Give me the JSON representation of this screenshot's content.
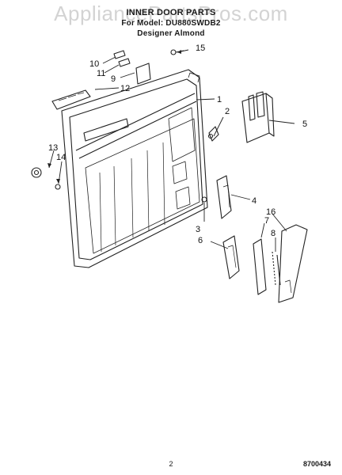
{
  "header": {
    "title": "INNER DOOR PARTS",
    "subtitle": "For Model: DU880SWDB2",
    "variant": "Designer Almond"
  },
  "watermark": "AppliancePartsPros.com",
  "callouts": [
    {
      "id": "1",
      "label": "1"
    },
    {
      "id": "2",
      "label": "2"
    },
    {
      "id": "3",
      "label": "3"
    },
    {
      "id": "4",
      "label": "4"
    },
    {
      "id": "5",
      "label": "5"
    },
    {
      "id": "6",
      "label": "6"
    },
    {
      "id": "7",
      "label": "7"
    },
    {
      "id": "8",
      "label": "8"
    },
    {
      "id": "9",
      "label": "9"
    },
    {
      "id": "10",
      "label": "10"
    },
    {
      "id": "11",
      "label": "11"
    },
    {
      "id": "12",
      "label": "12"
    },
    {
      "id": "13",
      "label": "13"
    },
    {
      "id": "14",
      "label": "14"
    },
    {
      "id": "15",
      "label": "15"
    },
    {
      "id": "16",
      "label": "16"
    }
  ],
  "footer": {
    "page_number": "2",
    "doc_code": "8700434"
  }
}
